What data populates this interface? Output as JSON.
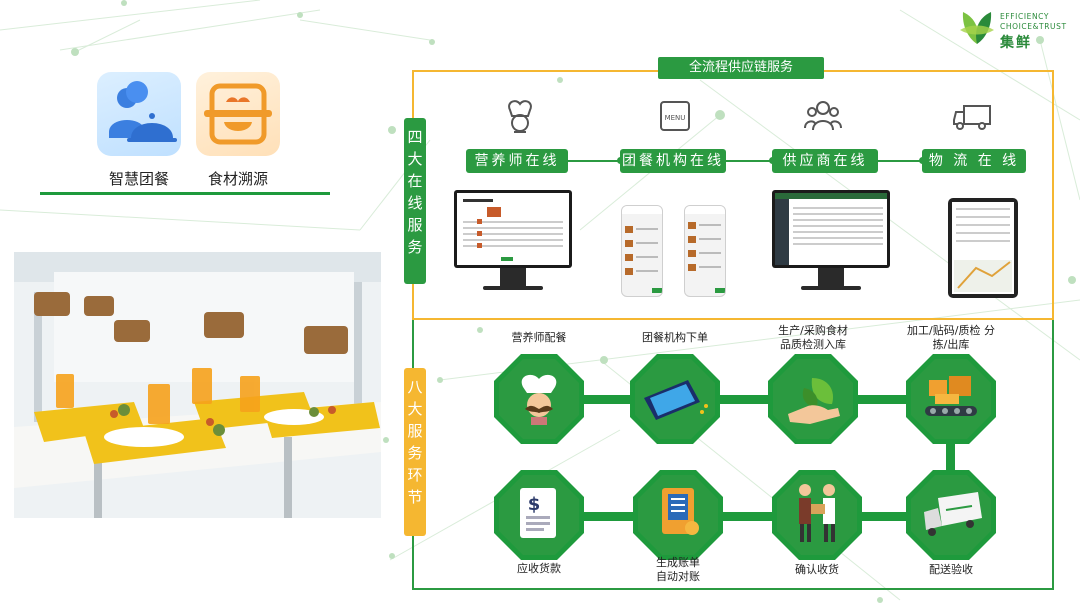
{
  "brand": {
    "name_en_line1": "EFFICIENCY",
    "name_en_line2": "CHOICE&TRUST",
    "name_cn": "集鲜",
    "color": "#2a8a3a"
  },
  "apps": [
    {
      "label": "智慧团餐",
      "icon": "people-cloche-icon"
    },
    {
      "label": "食材溯源",
      "icon": "trace-scan-icon"
    }
  ],
  "diagram": {
    "top_title": "全流程供应链服务",
    "online_section_label": "四大在线服务",
    "process_section_label": "八大服务环节",
    "online_services": [
      {
        "label": "营养师在线",
        "icon": "chef-icon"
      },
      {
        "label": "团餐机构在线",
        "icon": "menu-icon"
      },
      {
        "label": "供应商在线",
        "icon": "group-icon"
      },
      {
        "label": "物 流 在 线",
        "icon": "truck-icon"
      }
    ],
    "process_steps_top": [
      {
        "label": "营养师配餐",
        "icon": "chef-icon"
      },
      {
        "label": "团餐机构下单",
        "icon": "phone-order-icon"
      },
      {
        "label": "生产/采购食材\n品质检测入库",
        "icon": "leaf-hand-icon"
      },
      {
        "label": "加工/贴码/质检 分\n拣/出库",
        "icon": "conveyor-icon"
      }
    ],
    "process_steps_bottom": [
      {
        "label": "应收货款",
        "icon": "invoice-icon"
      },
      {
        "label": "生成账单\n自动对账",
        "icon": "bill-icon"
      },
      {
        "label": "确认收货",
        "icon": "handshake-icon"
      },
      {
        "label": "配送验收",
        "icon": "delivery-truck-icon"
      }
    ]
  },
  "colors": {
    "green": "#2b9a41",
    "dark_green": "#1e9a3c",
    "yellow": "#f5b731"
  }
}
